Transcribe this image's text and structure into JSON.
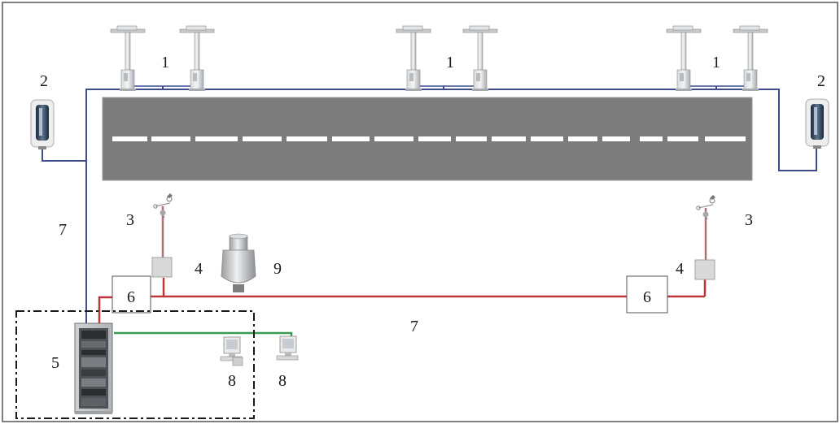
{
  "diagram": {
    "labels": {
      "transmissometer": "1",
      "present_weather_sensor": "2",
      "wind_sensor": "3",
      "junction_box": "4",
      "cabinet": "5",
      "converter": "6",
      "cable": "7",
      "workstation": "8",
      "ceilometer": "9"
    },
    "colors": {
      "frame": "#555555",
      "blue_cable": "#3d4b8f",
      "red_cable": "#c0353a",
      "green_cable": "#3a9a52",
      "runway": "#7c7c7c",
      "runway_edge": "#9a9a9a",
      "runway_marking": "#ffffff"
    }
  }
}
